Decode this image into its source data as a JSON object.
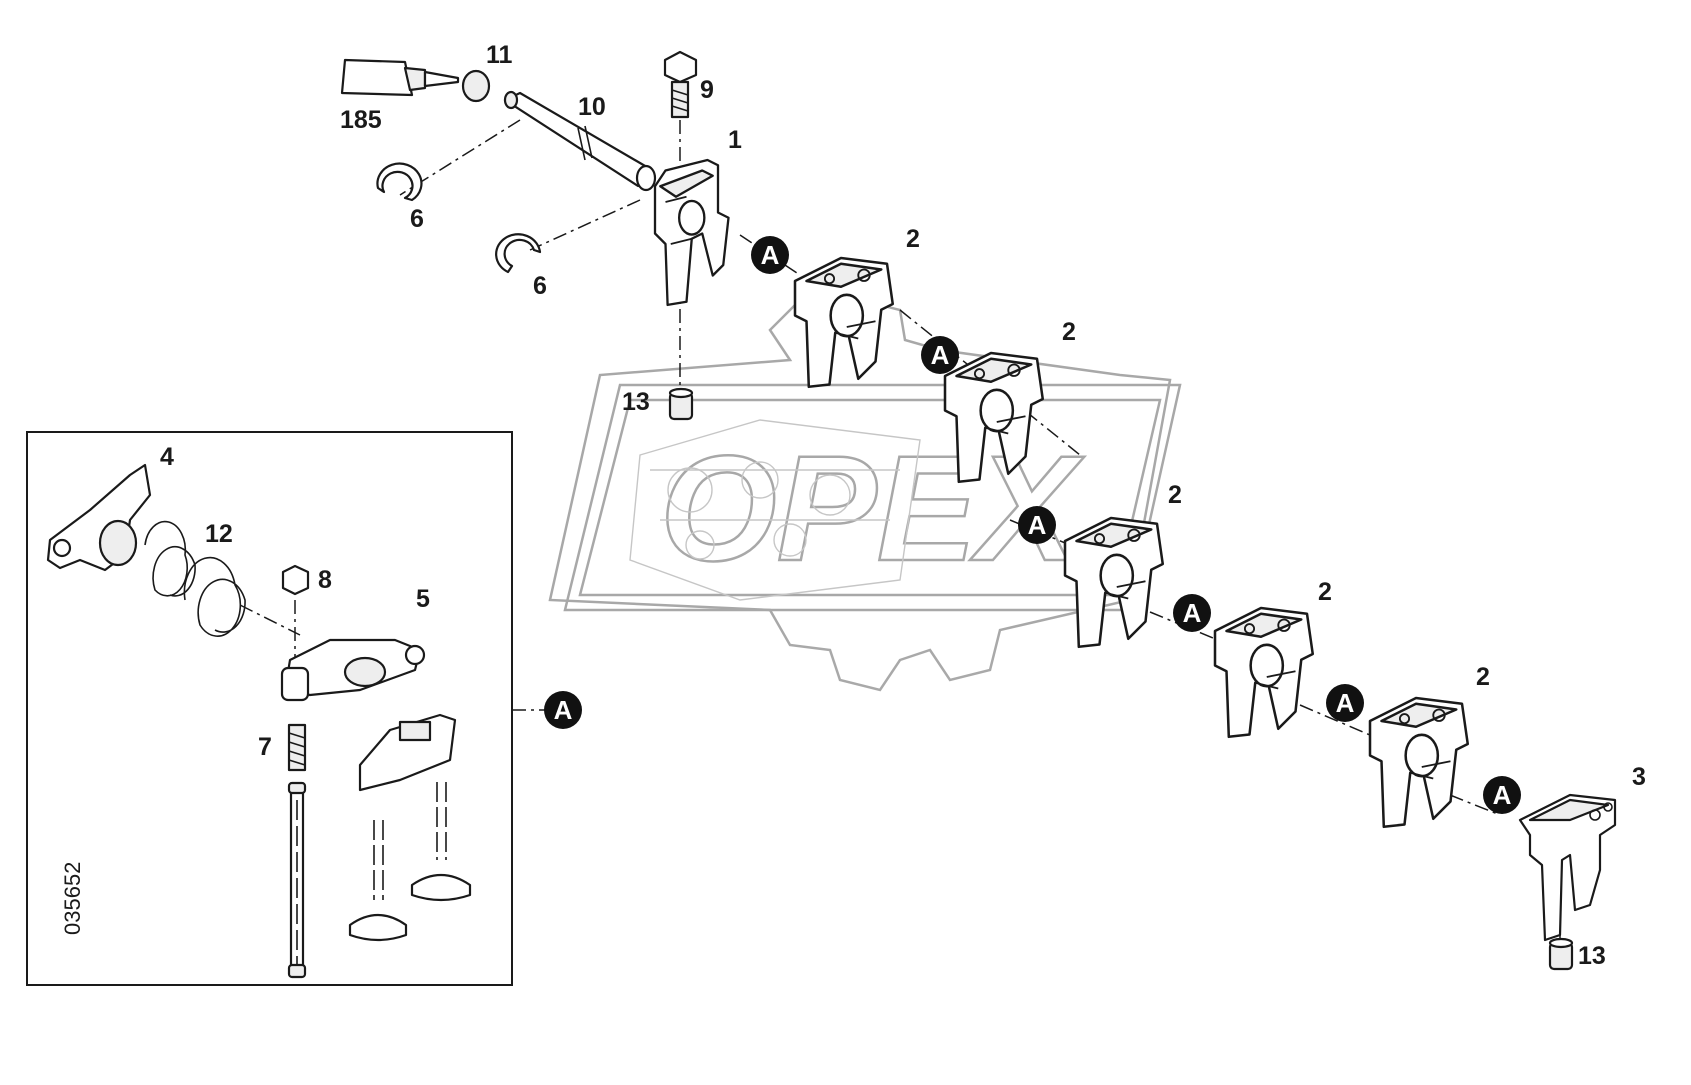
{
  "callouts": {
    "c1": "1",
    "c2a": "2",
    "c2b": "2",
    "c2c": "2",
    "c2d": "2",
    "c2e": "2",
    "c3": "3",
    "c4": "4",
    "c5": "5",
    "c6a": "6",
    "c6b": "6",
    "c7": "7",
    "c8": "8",
    "c9": "9",
    "c10": "10",
    "c11": "11",
    "c12": "12",
    "c13a": "13",
    "c13b": "13",
    "c185": "185"
  },
  "detail_marker": "A",
  "drawing_number": "035652",
  "watermark": "OPEX"
}
